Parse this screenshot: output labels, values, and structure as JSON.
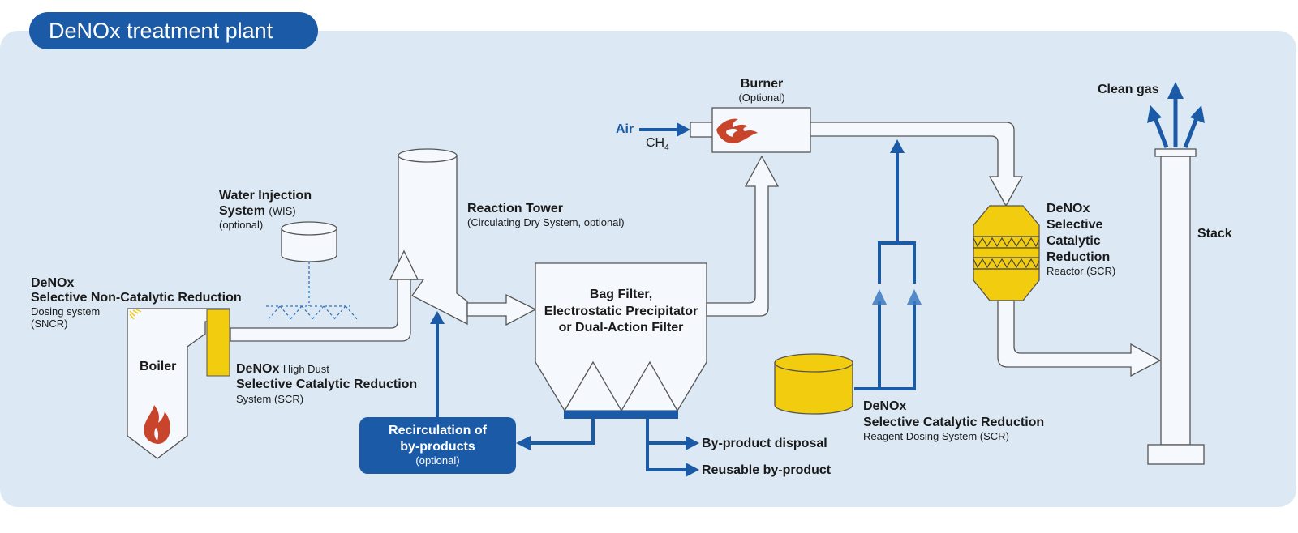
{
  "page": {
    "title": "DeNOx treatment plant"
  },
  "colors": {
    "background_panel": "#dce8f3",
    "accent_blue": "#1b5aa6",
    "catalyst_yellow": "#f2cc0f",
    "flame_red": "#c8452c",
    "component_fill": "#f5f8fc",
    "outline": "#555555"
  },
  "labels": {
    "sncr": {
      "title1": "DeNOx",
      "title2": "Selective Non-Catalytic Reduction",
      "sub1": "Dosing system",
      "sub2": "(SNCR)"
    },
    "boiler": "Boiler",
    "scr_high_dust": {
      "title": "DeNOx",
      "title_suffix": "High Dust",
      "title2": "Selective Catalytic Reduction",
      "sub": "System (SCR)"
    },
    "wis": {
      "title1": "Water Injection",
      "title2": "System",
      "title2_suffix": "(WIS)",
      "sub": "(optional)"
    },
    "reaction_tower": {
      "title": "Reaction Tower",
      "sub": "(Circulating Dry System, optional)"
    },
    "recirculation": {
      "line1": "Recirculation of",
      "line2": "by-products",
      "sub": "(optional)"
    },
    "filter": {
      "line1": "Bag Filter,",
      "line2": "Electrostatic Precipitator",
      "line3": "or Dual-Action Filter"
    },
    "byproduct_disposal": "By-product disposal",
    "reusable_byproduct": "Reusable by-product",
    "burner": {
      "title": "Burner",
      "sub": "(Optional)"
    },
    "air": "Air",
    "ch4": "CH",
    "ch4_sub": "4",
    "reagent": {
      "title1": "DeNOx",
      "title2": "Selective Catalytic Reduction",
      "sub": "Reagent Dosing System (SCR)"
    },
    "scr_reactor": {
      "line1": "DeNOx",
      "line2": "Selective",
      "line3": "Catalytic",
      "line4": "Reduction",
      "sub": "Reactor (SCR)"
    },
    "clean_gas": "Clean gas",
    "stack": "Stack"
  }
}
